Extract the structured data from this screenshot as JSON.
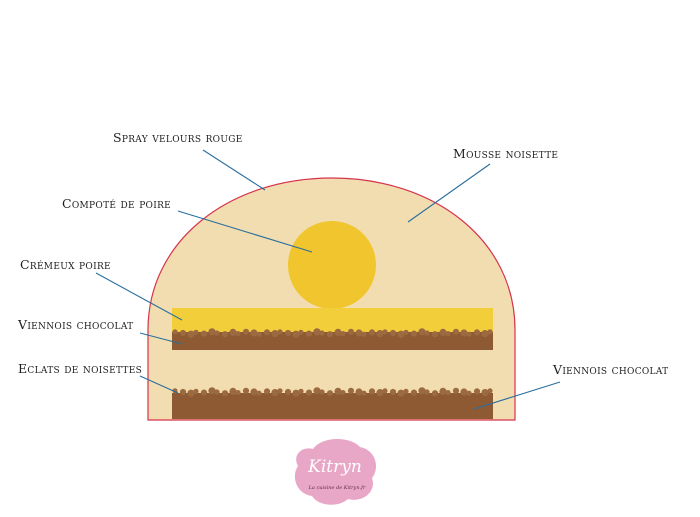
{
  "diagram": {
    "labels": {
      "spray": "Spray velours rouge",
      "mousse": "Mousse noisette",
      "compote": "Compoté de poire",
      "cremeux": "Crémeux poire",
      "viennois_top": "Viennois chocolat",
      "eclats": "Eclats de noisettes",
      "viennois_bottom": "Viennois chocolat"
    },
    "colors": {
      "mousse": "#f2ddb0",
      "outline": "#d6344c",
      "compote": "#f0c52e",
      "cremeux": "#f2cf3a",
      "viennois": "#8e5a33",
      "crumbs": "#9c6a40",
      "leader": "#2a6f9e"
    }
  },
  "logo": {
    "name": "Kitryn",
    "tagline": "La cuisine de Kitryn.fr"
  }
}
